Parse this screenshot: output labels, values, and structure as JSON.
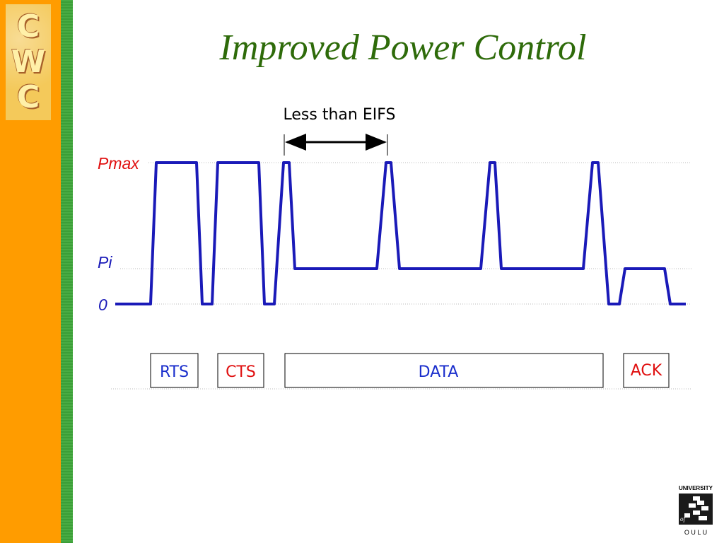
{
  "slide": {
    "title": "Improved Power Control",
    "logo_letters": [
      "C",
      "W",
      "C"
    ]
  },
  "diagram": {
    "interval_label": "Less than EIFS",
    "levels": {
      "pmax": "Pmax",
      "pi": "Pi",
      "zero": "0"
    },
    "frames": [
      {
        "label": "RTS",
        "color": "#1a2ecc"
      },
      {
        "label": "CTS",
        "color": "#e01010"
      },
      {
        "label": "DATA",
        "color": "#1a2ecc"
      },
      {
        "label": "ACK",
        "color": "#e01010"
      }
    ],
    "colors": {
      "signal": "#1a1ab8",
      "level_label": "#e01010",
      "title": "#2e6b0a"
    }
  },
  "university_logo": {
    "top_text": "UNIVERSITY",
    "of_text": "of",
    "bottom_text": "O U L U"
  }
}
